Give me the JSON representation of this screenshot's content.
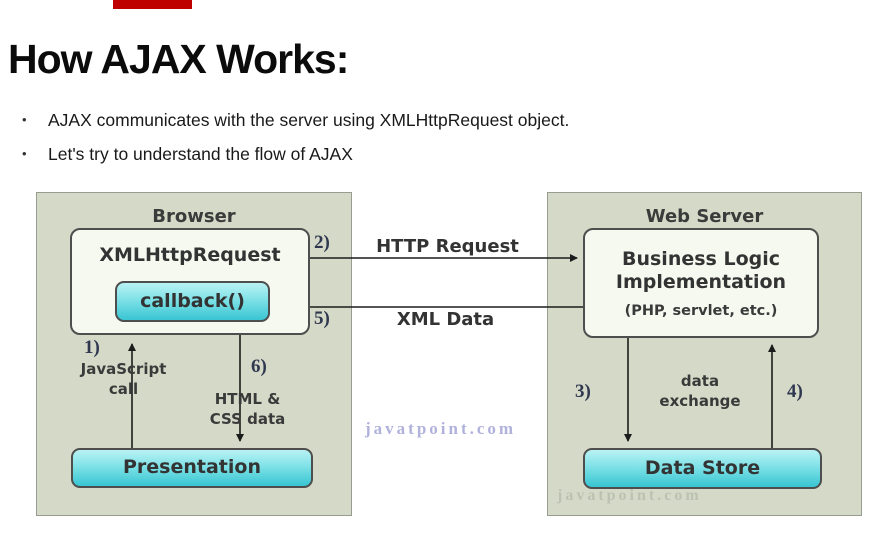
{
  "header": {
    "title": "How AJAX Works:",
    "bullet_glyph": "•",
    "bullets": [
      "AJAX communicates with the server using XMLHttpRequest object.",
      "Let's try to understand the flow of AJAX"
    ]
  },
  "diagram": {
    "panels": {
      "browser": "Browser",
      "web_server": "Web Server"
    },
    "nodes": {
      "xmlhttprequest": "XMLHttpRequest",
      "callback": "callback()",
      "presentation": "Presentation",
      "business_logic_line1": "Business Logic",
      "business_logic_line2": "Implementation",
      "business_logic_sub": "(PHP, servlet, etc.)",
      "data_store": "Data Store"
    },
    "flows": {
      "step1_num": "1)",
      "step1_label_line1": "JavaScript",
      "step1_label_line2": "call",
      "step2_num": "2)",
      "step2_label": "HTTP Request",
      "step3_num": "3)",
      "step4_num": "4)",
      "step5_num": "5)",
      "step5_label": "XML Data",
      "step6_num": "6)",
      "step6_label_line1": "HTML &",
      "step6_label_line2": "CSS data",
      "exchange_line1": "data",
      "exchange_line2": "exchange"
    },
    "watermark_mid": "javatpoint.com",
    "watermark_bottom": "javatpoint.com",
    "colors": {
      "red_bar": "#bf0000",
      "panel_bg": "#d5d9c8",
      "panel_border": "#979d90",
      "node_bg": "#f6f9f0",
      "node_border": "#4e4e4e",
      "cyan_top": "#b9f2f4",
      "cyan_bottom": "#38c5d2",
      "arrow": "#1c1c1c",
      "step_number": "#303850",
      "watermark_mid_color": "#b1b2dc",
      "watermark_bottom_color": "#bcc2b1"
    }
  }
}
